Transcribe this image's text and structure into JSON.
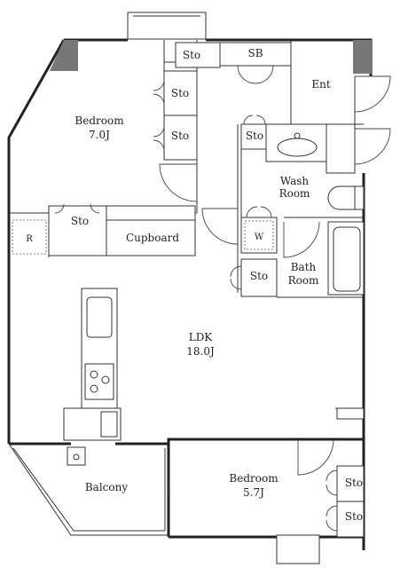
{
  "rooms": {
    "bedroom_main": {
      "name": "Bedroom",
      "size": "7.0J"
    },
    "ldk": {
      "name": "LDK",
      "size": "18.0J"
    },
    "bedroom_second": {
      "name": "Bedroom",
      "size": "5.7J"
    },
    "balcony": {
      "name": "Balcony"
    },
    "wash": {
      "name_line1": "Wash",
      "name_line2": "Room"
    },
    "bath": {
      "name_line1": "Bath",
      "name_line2": "Room"
    },
    "entrance": {
      "name": "Ent"
    },
    "cupboard": {
      "name": "Cupboard"
    }
  },
  "fixtures": {
    "shoe_box": "SB",
    "refrigerator": "R",
    "washer": "W"
  },
  "storage": {
    "sto_top": "Sto",
    "sto_bed_1": "Sto",
    "sto_bed_2": "Sto",
    "sto_hall": "Sto",
    "sto_left": "Sto",
    "sto_bath": "Sto",
    "sto_bed2_1": "Sto",
    "sto_bed2_2": "Sto"
  }
}
